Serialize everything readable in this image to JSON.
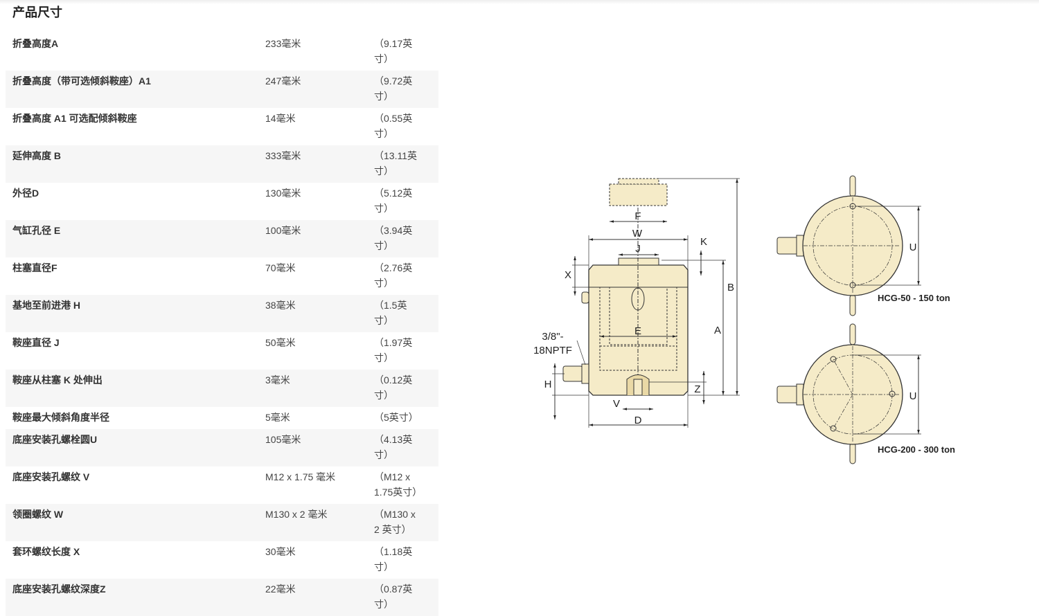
{
  "section_title": "产品尺寸",
  "rows": [
    {
      "name": "折叠高度A",
      "mm": "233毫米",
      "inch": "（9.17英寸）"
    },
    {
      "name": "折叠高度（带可选倾斜鞍座）A1",
      "mm": "247毫米",
      "inch": "（9.72英寸）"
    },
    {
      "name": "折叠高度 A1 可选配倾斜鞍座",
      "mm": "14毫米",
      "inch": "（0.55英寸）"
    },
    {
      "name": "延伸高度 B",
      "mm": "333毫米",
      "inch": "（13.11英寸）"
    },
    {
      "name": "外径D",
      "mm": "130毫米",
      "inch": "（5.12英寸）"
    },
    {
      "name": "气缸孔径 E",
      "mm": "100毫米",
      "inch": "（3.94英寸）"
    },
    {
      "name": "柱塞直径F",
      "mm": "70毫米",
      "inch": "（2.76英寸）"
    },
    {
      "name": "基地至前进港 H",
      "mm": "38毫米",
      "inch": "（1.5英寸）"
    },
    {
      "name": "鞍座直径 J",
      "mm": "50毫米",
      "inch": "（1.97英寸）"
    },
    {
      "name": "鞍座从柱塞 K 处伸出",
      "mm": "3毫米",
      "inch": "（0.12英寸）"
    },
    {
      "name": "鞍座最大倾斜角度半径",
      "mm": "5毫米",
      "inch": "（5英寸）"
    },
    {
      "name": "底座安装孔螺栓圆U",
      "mm": "105毫米",
      "inch": "（4.13英寸）"
    },
    {
      "name": "底座安装孔螺纹 V",
      "mm": "M12 x 1.75 毫米",
      "inch": "（M12 x 1.75英寸）"
    },
    {
      "name": "领圈螺纹 W",
      "mm": "M130 x 2 毫米",
      "inch": "（M130 x 2 英寸）"
    },
    {
      "name": "套环螺纹长度 X",
      "mm": "30毫米",
      "inch": "（1.18英寸）"
    },
    {
      "name": "底座安装孔螺纹深度Z",
      "mm": "22毫米",
      "inch": "（0.87英寸）"
    }
  ],
  "diagram": {
    "labels": {
      "W": "W",
      "J": "J",
      "K": "K",
      "X": "X",
      "B": "B",
      "A": "A",
      "E": "E",
      "F": "F",
      "H": "H",
      "Z": "Z",
      "V": "V",
      "D": "D",
      "U1": "U",
      "U2": "U"
    },
    "port_line1": "3/8\"-",
    "port_line2": "18NPTF",
    "caption_top": "HCG-50 - 150 ton",
    "caption_bottom": "HCG-200 - 300 ton",
    "fill_color": "#f5ebc8"
  }
}
